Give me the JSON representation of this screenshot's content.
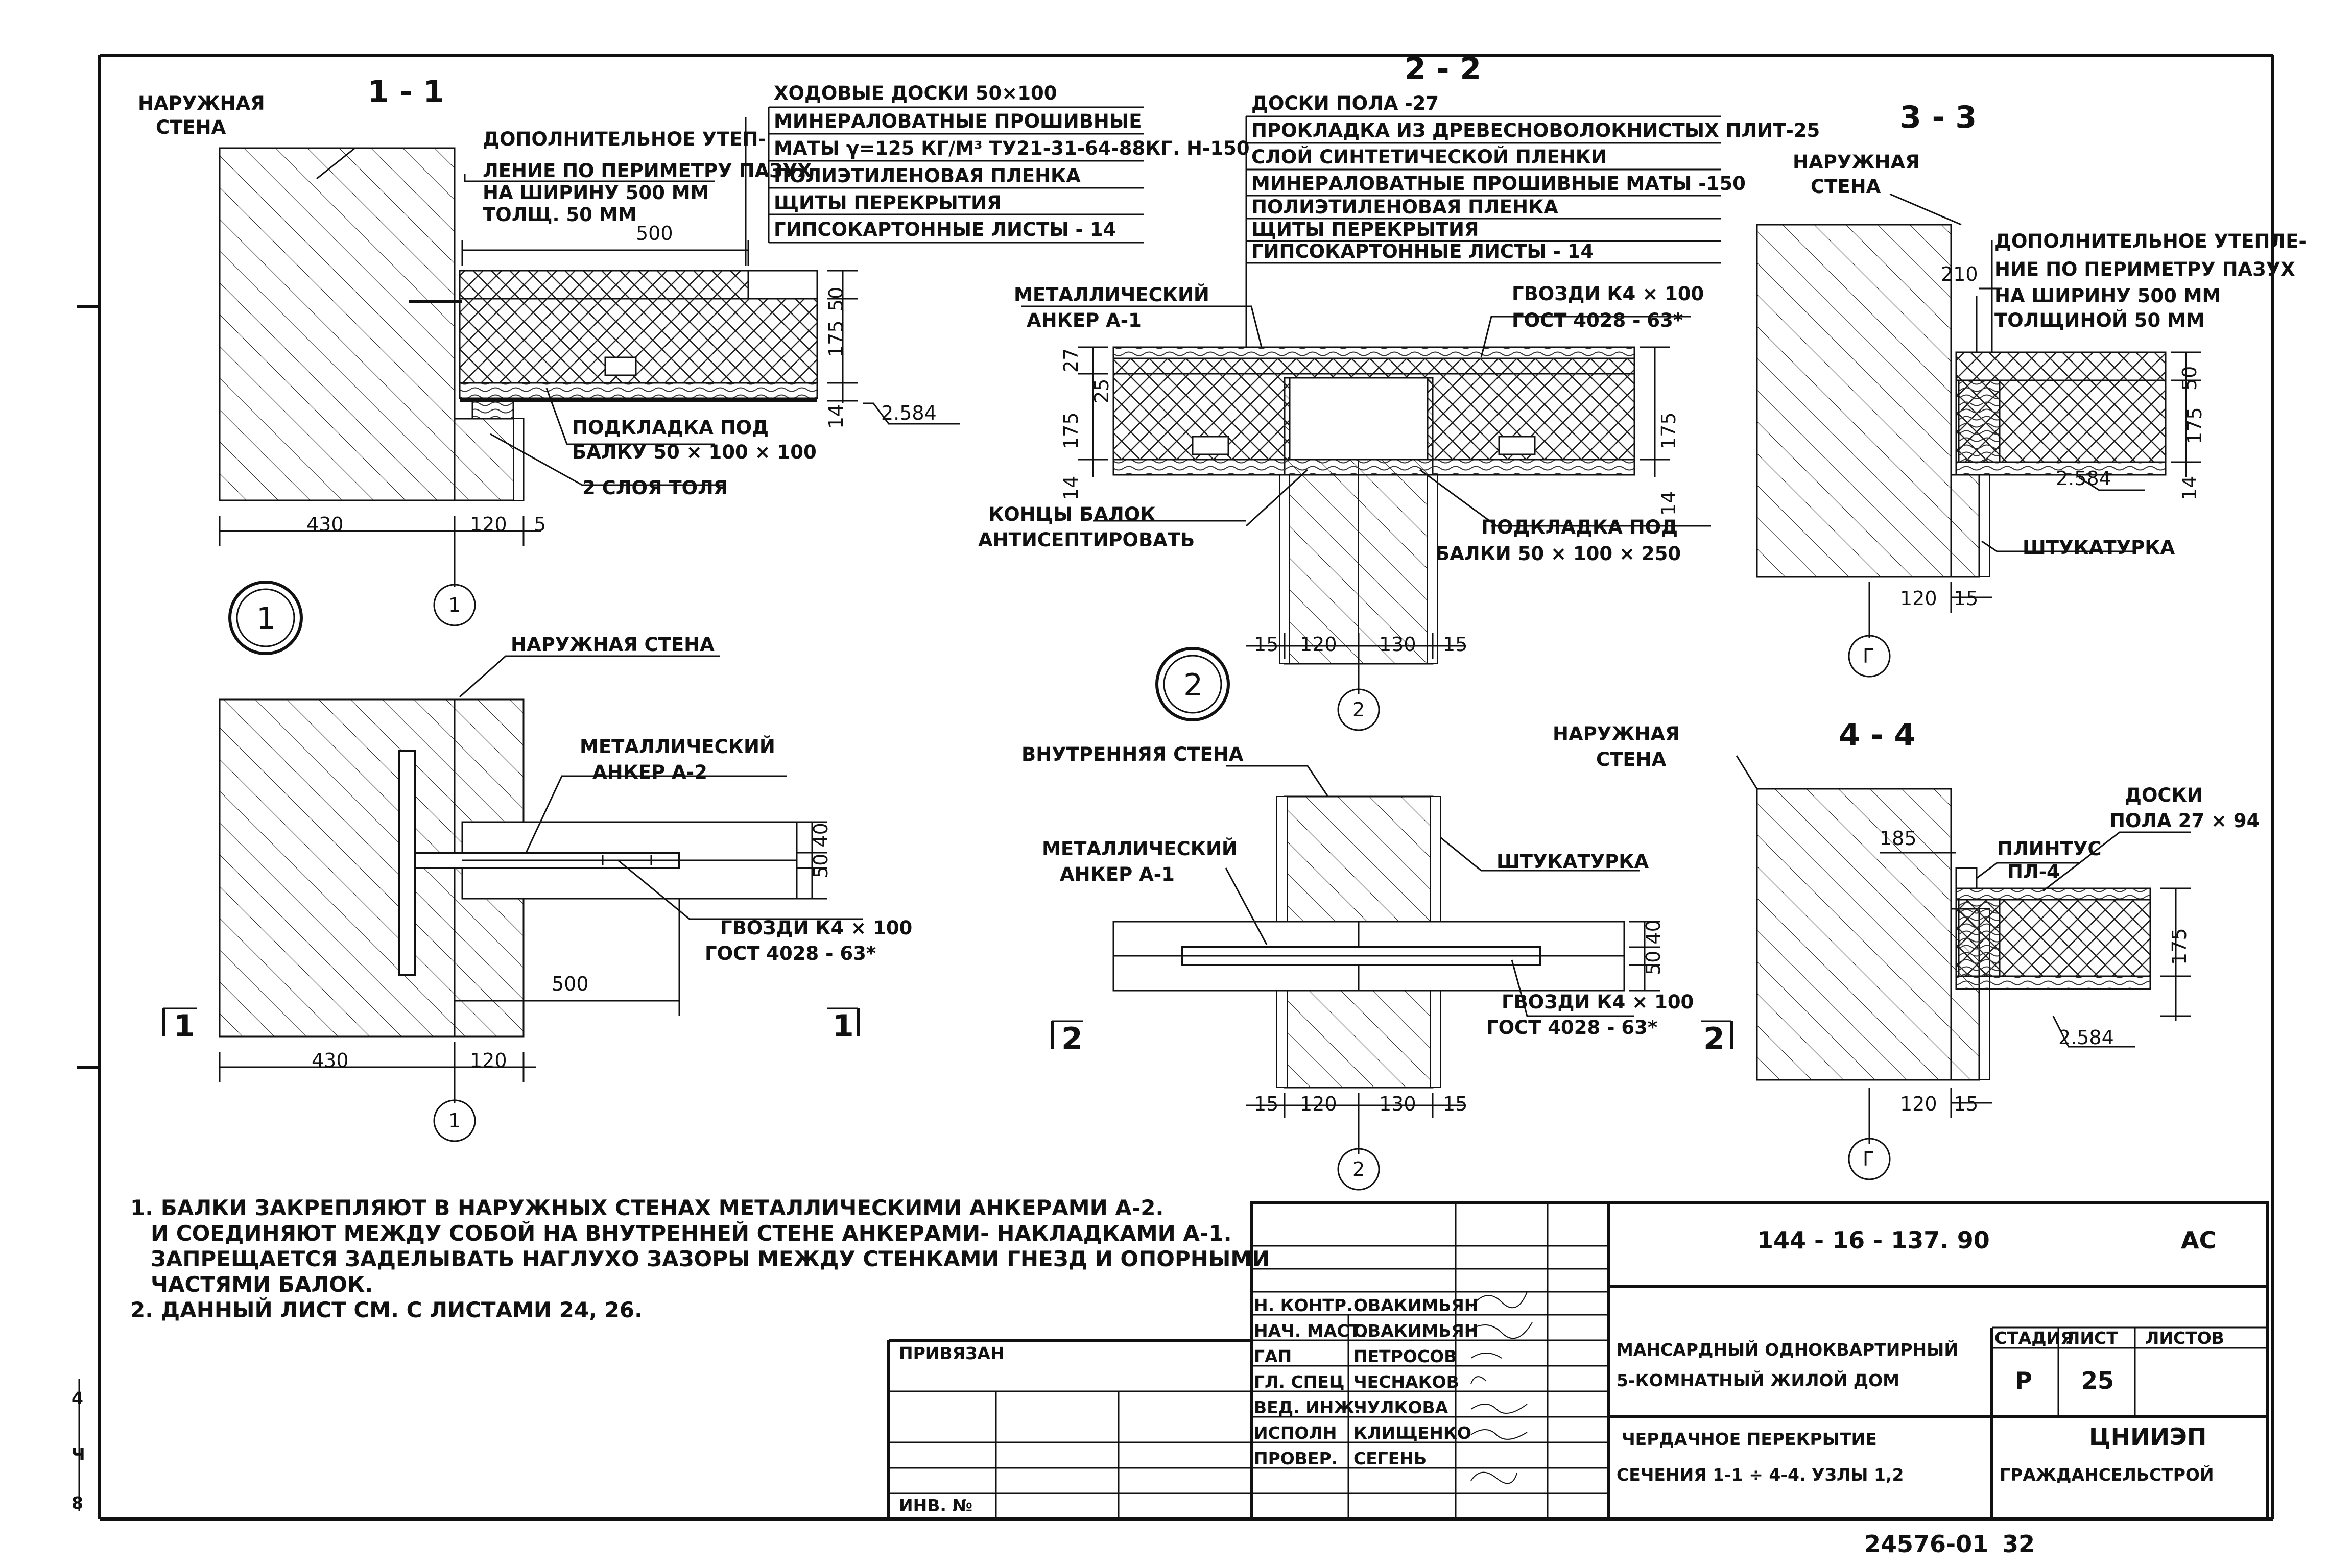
{
  "sections": {
    "s1": "1 - 1",
    "s2": "2 - 2",
    "s3": "3 - 3",
    "s4": "4 - 4"
  },
  "node_marks": {
    "n1": "1",
    "n2": "2"
  },
  "axis_marks": {
    "a1": "1",
    "a2": "2",
    "ag": "Г"
  },
  "cut_marks": {
    "c1": "1",
    "c1b": "1",
    "c2": "2",
    "c2b": "2"
  },
  "labels": {
    "outer_wall": [
      "НАРУЖНАЯ",
      "СТЕНА"
    ],
    "outer_wall_plan": "НАРУЖНАЯ СТЕНА",
    "extra_insul_1": [
      "ДОПОЛНИТЕЛЬНОЕ УТЕП-",
      "ЛЕНИЕ ПО ПЕРИМЕТРУ ПАЗУХ",
      "НА ШИРИНУ 500 ММ",
      "ТОЛЩ. 50 ММ"
    ],
    "extra_insul_3": [
      "ДОПОЛНИТЕЛЬНОЕ УТЕПЛЕ-",
      "НИЕ ПО ПЕРИМЕТРУ ПАЗУХ",
      "НА ШИРИНУ 500 ММ",
      "ТОЛЩИНОЙ 50 ММ"
    ],
    "pad_1": [
      "ПОДКЛАДКА ПОД",
      "БАЛКУ 50 × 100 × 100"
    ],
    "tol": "2 СЛОЯ ТОЛЯ",
    "anchor_a1": [
      "МЕТАЛЛИЧЕСКИЙ",
      "АНКЕР А-1"
    ],
    "anchor_a2": [
      "МЕТАЛЛИЧЕСКИЙ",
      "АНКЕР А-2"
    ],
    "nails": [
      "ГВОЗДИ К4 × 100",
      "ГОСТ 4028 - 63*"
    ],
    "beam_ends": [
      "КОНЦЫ БАЛОК",
      "АНТИСЕПТИРОВАТЬ"
    ],
    "pad_2": [
      "ПОДКЛАДКА ПОД",
      "БАЛКИ 50 × 100 × 250"
    ],
    "plaster": "ШТУКАТУРКА",
    "inner_wall": "ВНУТРЕННЯЯ СТЕНА",
    "plinth": [
      "ПЛИНТУС",
      "ПЛ-4"
    ],
    "boards": [
      "ДОСКИ",
      "ПОЛА 27 × 94"
    ]
  },
  "layers_1": [
    "ХОДОВЫЕ ДОСКИ 50×100",
    "МИНЕРАЛОВАТНЫЕ ПРОШИВНЫЕ",
    "МАТЫ γ=125 КГ/М³ ТУ21-31-64-88КГ. Н-150",
    "ПОЛИЭТИЛЕНОВАЯ ПЛЕНКА",
    "ЩИТЫ ПЕРЕКРЫТИЯ",
    "ГИПСОКАРТОННЫЕ ЛИСТЫ - 14"
  ],
  "layers_2": [
    "ДОСКИ ПОЛА -27",
    "ПРОКЛАДКА ИЗ ДРЕВЕСНОВОЛОКНИСТЫХ ПЛИТ-25",
    "СЛОЙ СИНТЕТИЧЕСКОЙ ПЛЕНКИ",
    "МИНЕРАЛОВАТНЫЕ ПРОШИВНЫЕ МАТЫ -150",
    "ПОЛИЭТИЛЕНОВАЯ ПЛЕНКА",
    "ЩИТЫ ПЕРЕКРЫТИЯ",
    "ГИПСОКАРТОННЫЕ ЛИСТЫ - 14"
  ],
  "dims": {
    "d500": "500",
    "d430": "430",
    "d120": "120",
    "d5": "5",
    "d15": "15",
    "d130": "130",
    "d210": "210",
    "d185": "185",
    "d50": "50",
    "d175": "175",
    "d14": "14",
    "d27": "27",
    "d25": "25",
    "d584": "2.584",
    "d50_40": "50 40"
  },
  "notes": [
    "1. БАЛКИ ЗАКРЕПЛЯЮТ В НАРУЖНЫХ СТЕНАХ МЕТАЛЛИЧЕСКИМИ АНКЕРАМИ А-2.",
    "И СОЕДИНЯЮТ МЕЖДУ СОБОЙ НА ВНУТРЕННЕЙ СТЕНЕ АНКЕРАМИ- НАКЛАДКАМИ А-1.",
    "ЗАПРЕЩАЕТСЯ ЗАДЕЛЫВАТЬ НАГЛУХО ЗАЗОРЫ МЕЖДУ СТЕНКАМИ ГНЕЗД И ОПОРНЫМИ",
    "ЧАСТЯМИ БАЛОК.",
    "2. ДАННЫЙ ЛИСТ СМ. С ЛИСТАМИ 24, 26."
  ],
  "title_block": {
    "code": "144 - 16 - 137. 90",
    "mark": "АС",
    "privyazan": "ПРИВЯЗАН",
    "inv": "ИНВ. №",
    "roles": [
      "Н. КОНТР.",
      "НАЧ. МАСТ.",
      "ГАП",
      "ГЛ. СПЕЦ",
      "ВЕД. ИНЖ.",
      "ИСПОЛН",
      "ПРОВЕР."
    ],
    "names": [
      "ОВАКИМЬЯН",
      "ОВАКИМЬЯН",
      "ПЕТРОСОВ",
      "ЧЕСНАКОВ",
      "ЧУЛКОВА",
      "КЛИЩЕНКО",
      "СЕГЕНЬ"
    ],
    "project": [
      "МАНСАРДНЫЙ ОДНОКВАРТИРНЫЙ",
      "5-КОМНАТНЫЙ ЖИЛОЙ ДОМ"
    ],
    "sheet_title": [
      "ЧЕРДАЧНОЕ ПЕРЕКРЫТИЕ",
      "СЕЧЕНИЯ 1-1 ÷ 4-4. УЗЛЫ 1,2"
    ],
    "stage_hdr": "СТАДИЯ",
    "sheet_hdr": "ЛИСТ",
    "sheets_hdr": "ЛИСТОВ",
    "stage": "Р",
    "sheet_no": "25",
    "org": [
      "ЦНИИЭП",
      "ГРАЖДАНСЕЛЬСТРОЙ"
    ]
  },
  "bottom_code": "24576-01",
  "page_no": "32",
  "margin_marks": [
    "4",
    "Ч",
    "8"
  ]
}
